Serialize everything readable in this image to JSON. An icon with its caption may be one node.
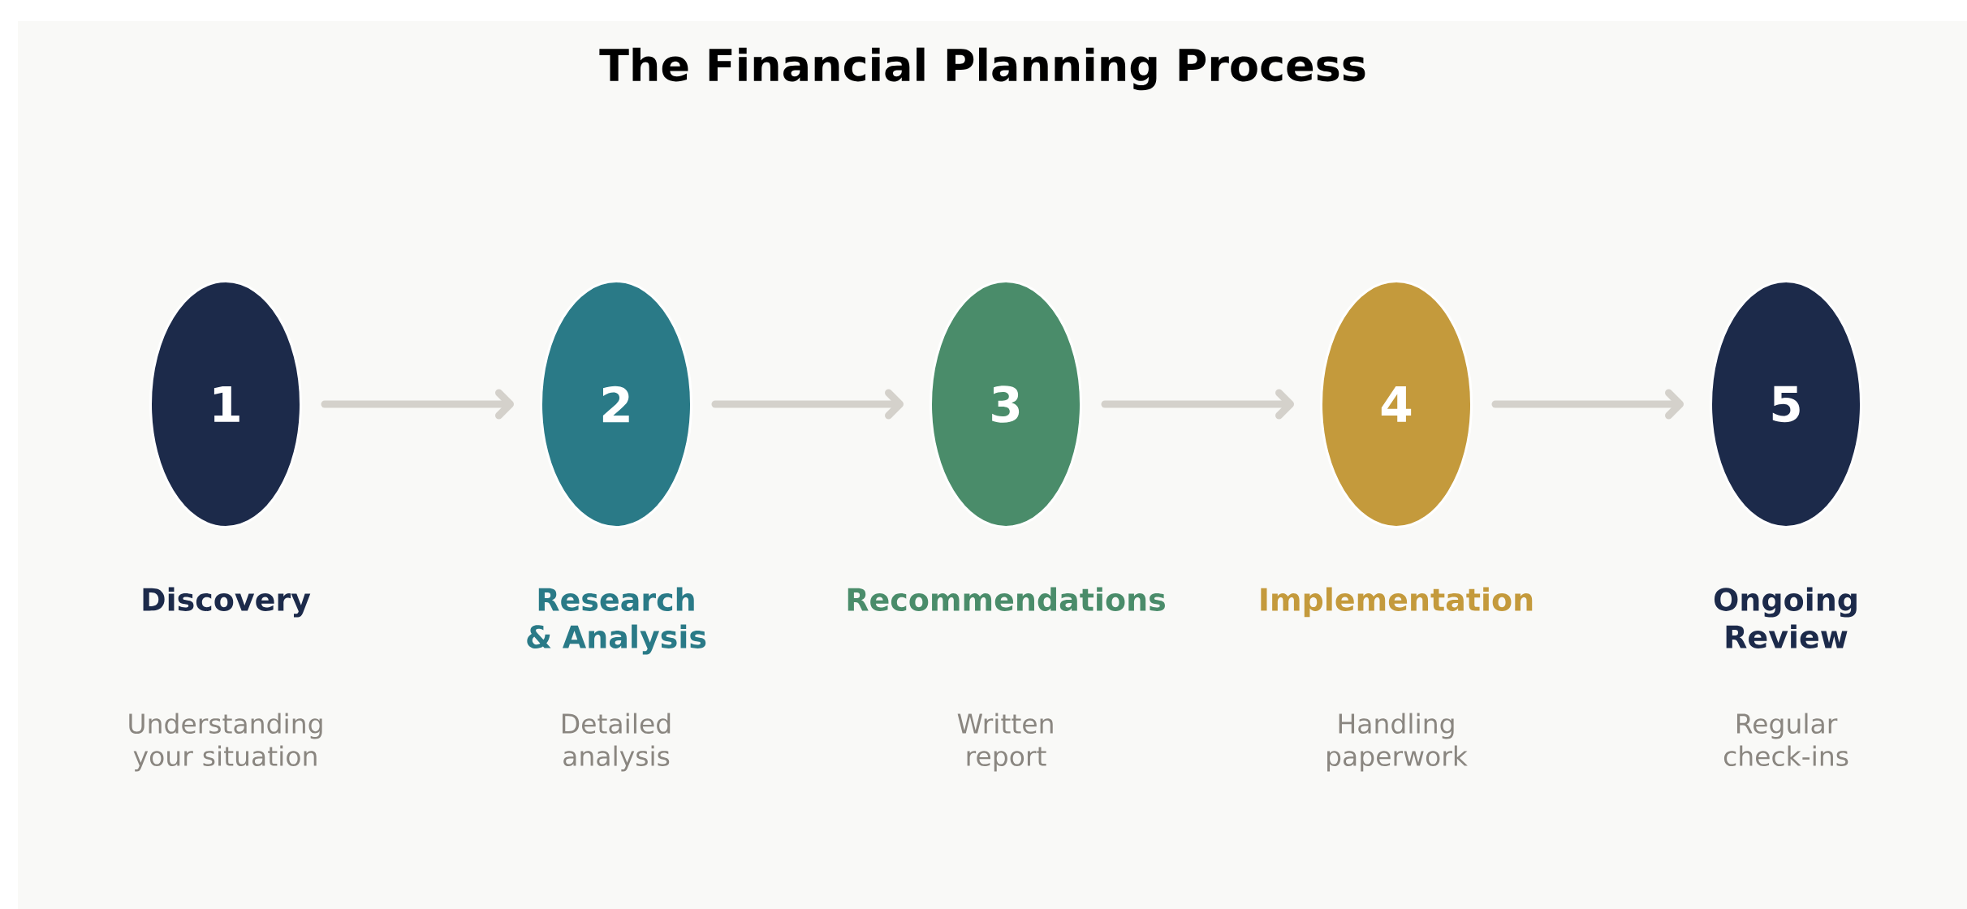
{
  "diagram": {
    "title": "The Financial Planning Process",
    "nodes": [
      {
        "text": [
          "1"
        ],
        "beside": [
          "Discovery",
          "Understanding your situation"
        ]
      },
      {
        "text": [
          "2"
        ],
        "beside": [
          "Research & Analysis",
          "Detailed analysis"
        ]
      },
      {
        "text": [
          "3"
        ],
        "beside": [
          "Recommendations",
          "Written report"
        ]
      },
      {
        "text": [
          "4"
        ],
        "beside": [
          "Implementation",
          "Handling paperwork"
        ]
      },
      {
        "text": [
          "5"
        ],
        "beside": [
          "Ongoing Review",
          "Regular check-ins"
        ]
      }
    ],
    "edges": [
      {
        "from": 0,
        "to": 1,
        "arrow": "to"
      },
      {
        "from": 1,
        "to": 2,
        "arrow": "to"
      },
      {
        "from": 2,
        "to": 3,
        "arrow": "to"
      },
      {
        "from": 3,
        "to": 4,
        "arrow": "to"
      }
    ]
  }
}
